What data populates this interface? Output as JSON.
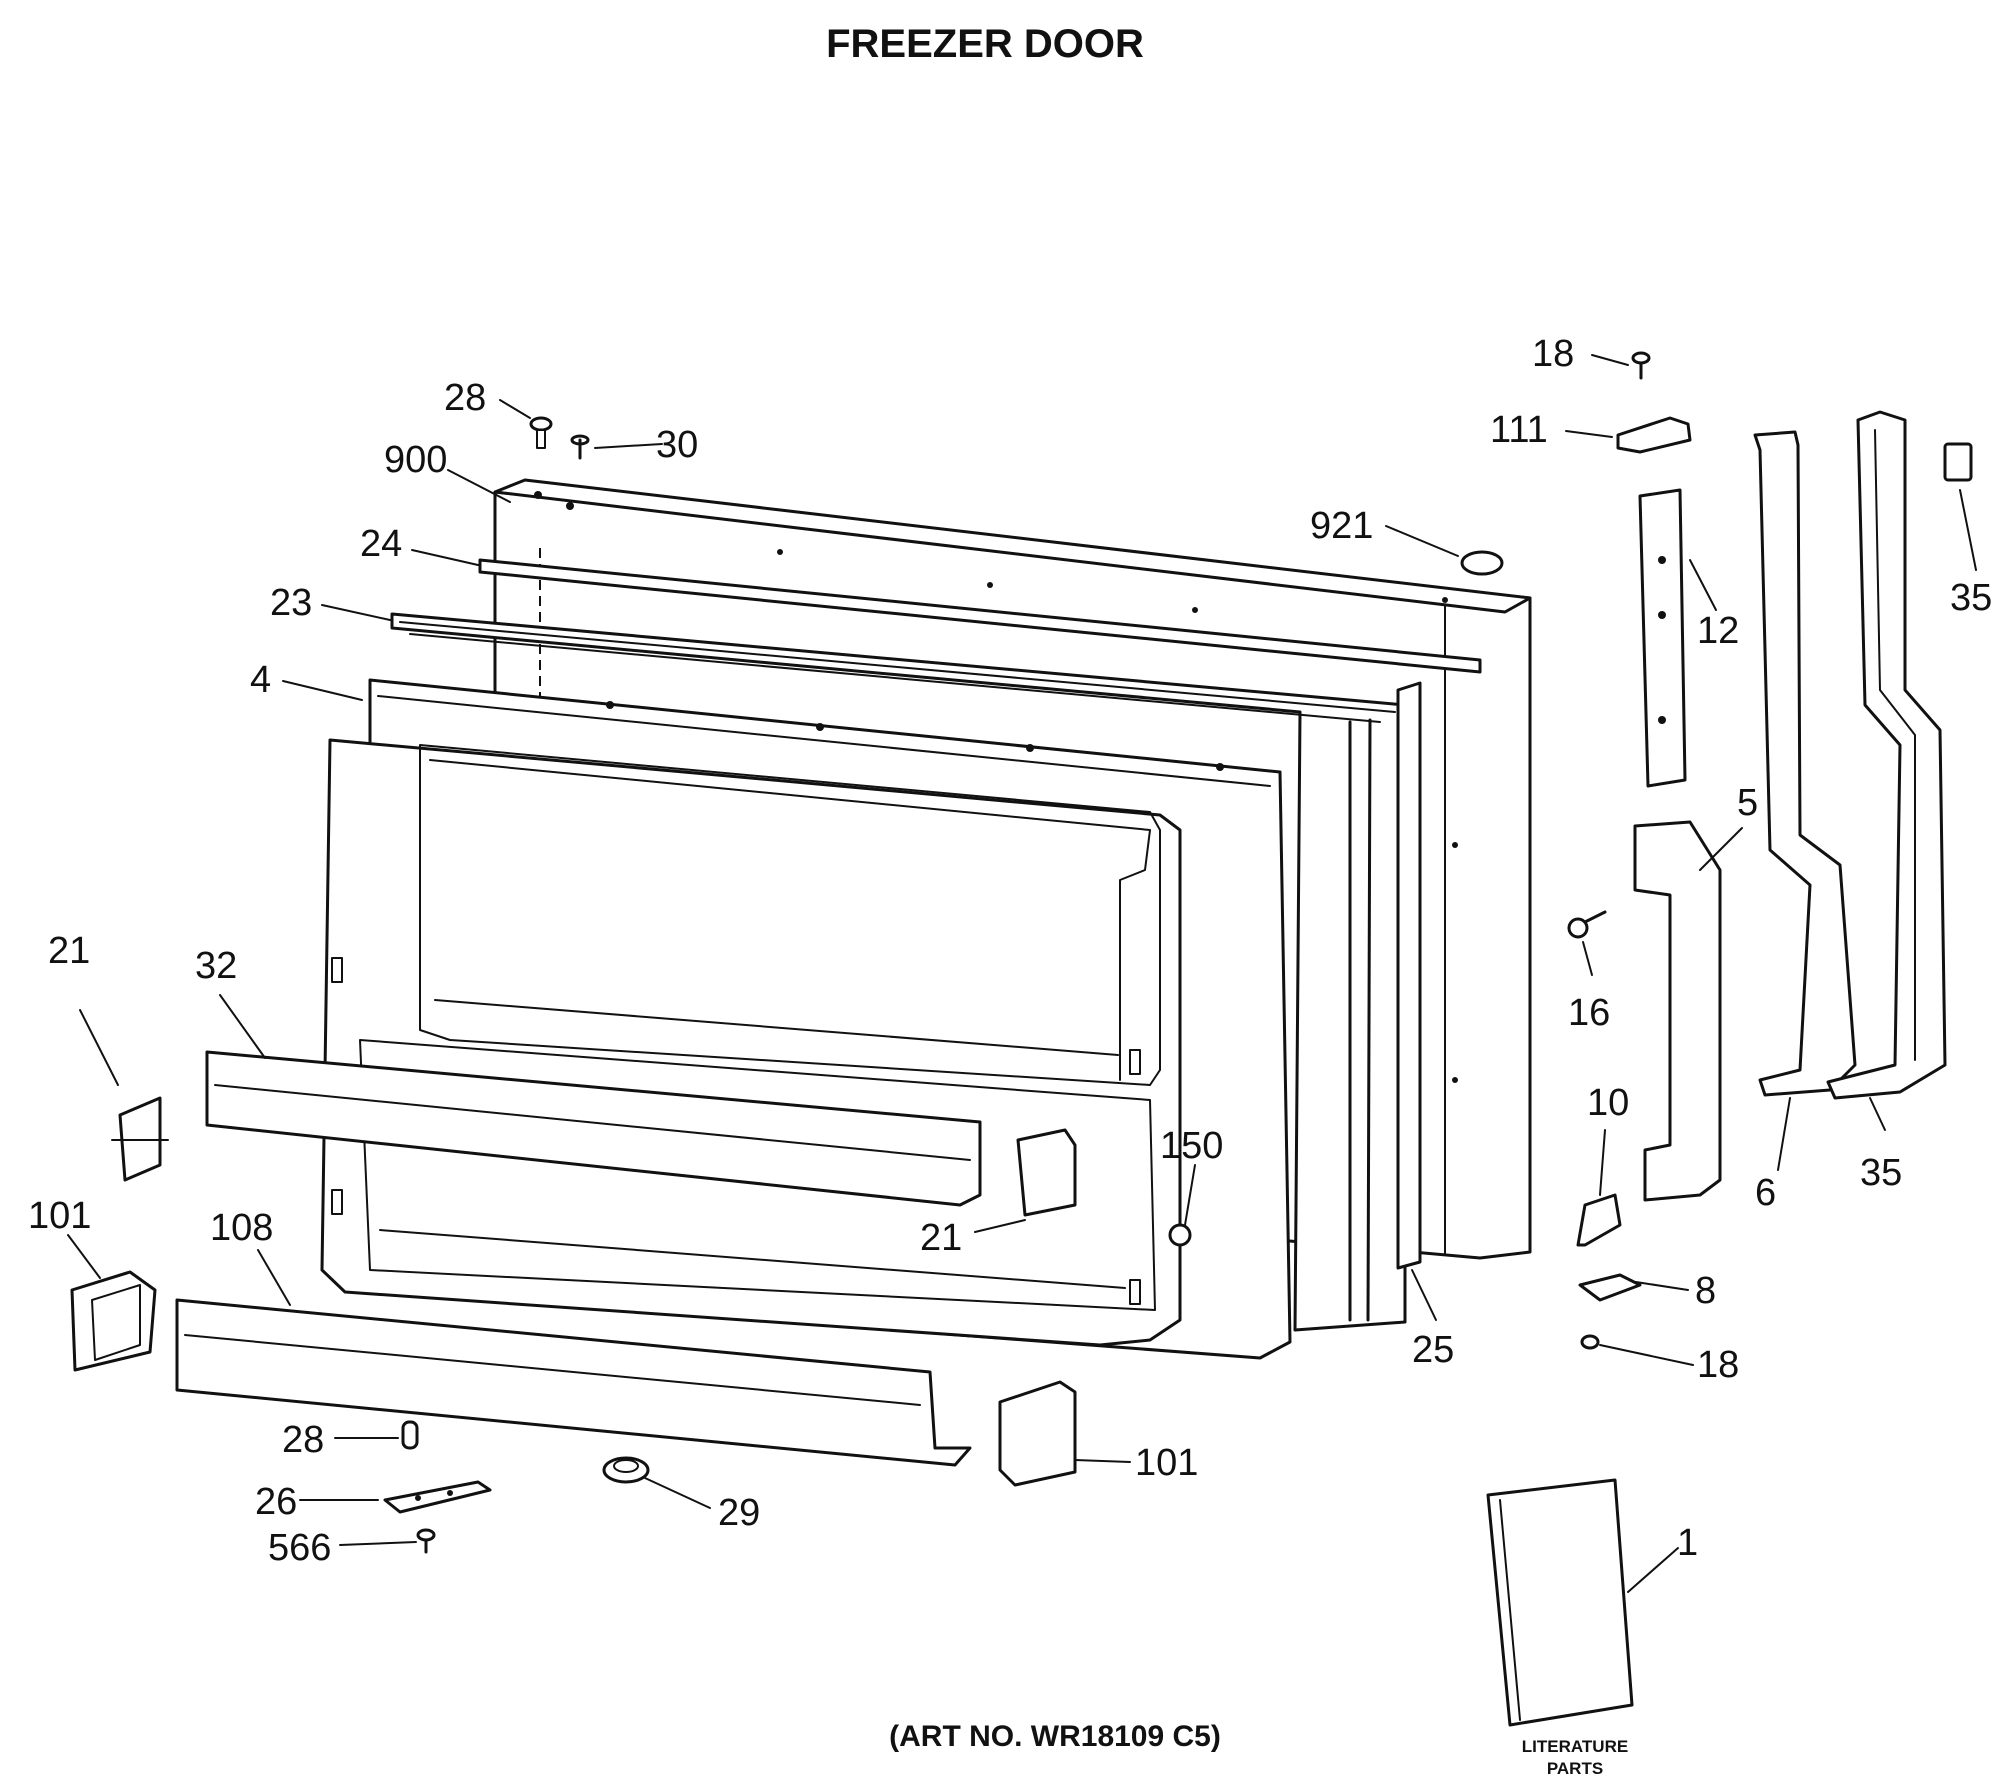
{
  "title": "FREEZER DOOR",
  "art_number": "(ART NO. WR18109 C5)",
  "literature": {
    "line1": "LITERATURE",
    "line2": "PARTS"
  },
  "callouts": {
    "p28_top": "28",
    "p30": "30",
    "p900": "900",
    "p24": "24",
    "p23": "23",
    "p4": "4",
    "p921": "921",
    "p18_top": "18",
    "p111": "111",
    "p12": "12",
    "p35_top": "35",
    "p5": "5",
    "p16": "16",
    "p10": "10",
    "p8": "8",
    "p18_bottom": "18",
    "p6": "6",
    "p35_bottom": "35",
    "p25": "25",
    "p21_left": "21",
    "p32": "32",
    "p21_mid": "21",
    "p150": "150",
    "p101_left": "101",
    "p108": "108",
    "p101_right": "101",
    "p28_bottom": "28",
    "p26": "26",
    "p566": "566",
    "p29": "29",
    "p1": "1"
  }
}
